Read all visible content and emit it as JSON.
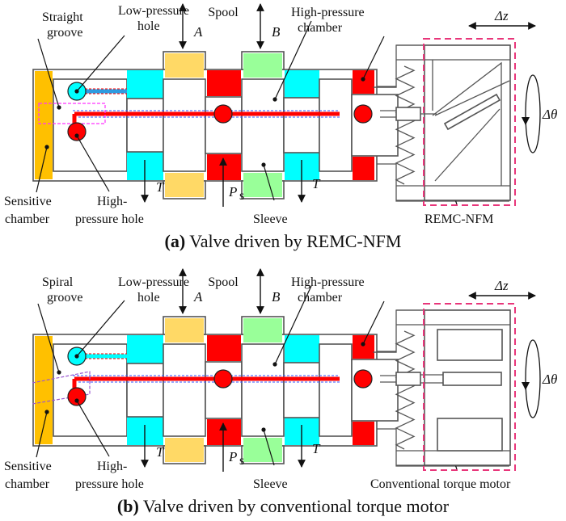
{
  "colors": {
    "sensitive_chamber": "#FFC000",
    "port_a": "#FFD966",
    "port_b": "#99FF99",
    "tank": "#00FFFF",
    "supply": "#FF0000",
    "low_pressure_channel": "#2E9BE0",
    "high_pressure_channel": "#FF0000",
    "motor_outline": "#E8367A",
    "groove_a": "#FF33FF",
    "groove_b": "#9B59D0",
    "channel_dash": "#3355FF"
  },
  "panels": [
    {
      "id": "a",
      "labels": {
        "groove": "Straight groove",
        "groove_line1": "Straight",
        "groove_line2": "groove",
        "low_hole_line1": "Low-pressure",
        "low_hole_line2": "hole",
        "spool": "Spool",
        "hp_chamber_line1": "High-pressure",
        "hp_chamber_line2": "chamber",
        "sensitive_line1": "Sensitive",
        "sensitive_line2": "chamber",
        "hp_hole_line1": "High-",
        "hp_hole_line2": "pressure hole",
        "sleeve": "Sleeve",
        "motor": "REMC-NFM",
        "port_a": "A",
        "port_b": "B",
        "tank_left": "T",
        "tank_right": "T",
        "supply": "P",
        "supply_sub": "s",
        "delta_z": "Δz",
        "delta_theta": "Δθ"
      },
      "caption_prefix": "(a)",
      "caption_text": " Valve driven by REMC-NFM"
    },
    {
      "id": "b",
      "labels": {
        "groove": "Spiral groove",
        "groove_line1": "Spiral",
        "groove_line2": "groove",
        "low_hole_line1": "Low-pressure",
        "low_hole_line2": "hole",
        "spool": "Spool",
        "hp_chamber_line1": "High-pressure",
        "hp_chamber_line2": "chamber",
        "sensitive_line1": "Sensitive",
        "sensitive_line2": "chamber",
        "hp_hole_line1": "High-",
        "hp_hole_line2": "pressure hole",
        "sleeve": "Sleeve",
        "motor": "Conventional torque motor",
        "port_a": "A",
        "port_b": "B",
        "tank_left": "T",
        "tank_right": "T",
        "supply": "P",
        "supply_sub": "s",
        "delta_z": "Δz",
        "delta_theta": "Δθ"
      },
      "caption_prefix": "(b)",
      "caption_text": " Valve driven by conventional torque motor"
    }
  ]
}
